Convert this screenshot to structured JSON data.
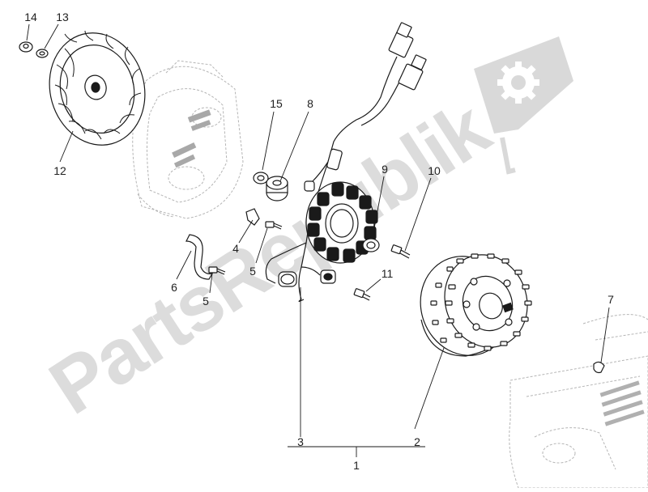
{
  "watermark": {
    "text": "PartsRepublik",
    "color": "#d9d9d9"
  },
  "callouts": {
    "n1": "1",
    "n2": "2",
    "n3": "3",
    "n4": "4",
    "n5a": "5",
    "n5b": "5",
    "n6": "6",
    "n7": "7",
    "n8": "8",
    "n9": "9",
    "n10": "10",
    "n11": "11",
    "n12": "12",
    "n13": "13",
    "n14": "14",
    "n15": "15"
  },
  "colors": {
    "line": "#1a1a1a",
    "ghost": "#b5b5b5",
    "label": "#222222"
  },
  "icons": {
    "watermark_logo": "gear-flag-icon"
  }
}
